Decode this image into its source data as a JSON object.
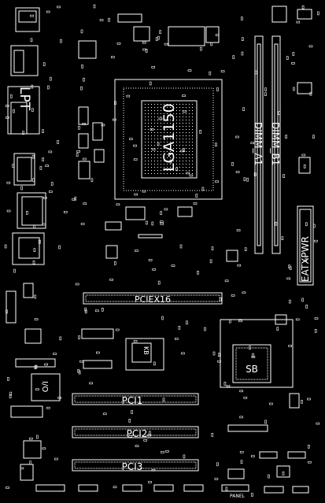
{
  "board": {
    "cpu_socket_label": "LGA1150",
    "dimm_a1_label": "DIMM_A1",
    "dimm_b1_label": "DIMM_B1",
    "power_connector_label": "EATXPWR",
    "lpt_label": "LPT",
    "pcie_slot_label": "PCIEX16",
    "pci_slots": [
      "PCI1",
      "PCI2",
      "PCI3"
    ],
    "chipset_label": "SB",
    "io_chip_label": "I/O",
    "small_chip_label": "KB",
    "panel_header_label": "PANEL"
  },
  "colors": {
    "background": "#000000",
    "silkscreen": "#ffffff"
  }
}
